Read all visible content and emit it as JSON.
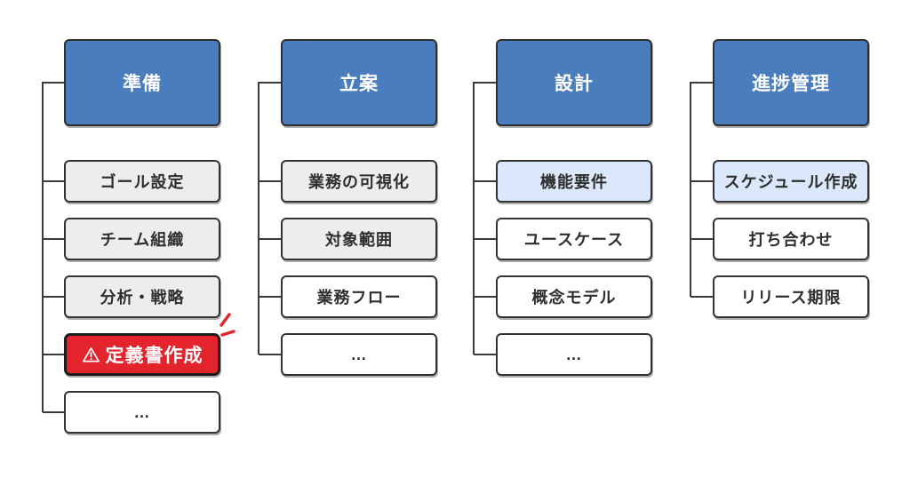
{
  "diagram": {
    "title": "project-phase-breakdown",
    "columns": [
      {
        "header": "準備",
        "items": [
          {
            "label": "ゴール設定",
            "variant": "gray"
          },
          {
            "label": "チーム組織",
            "variant": "gray"
          },
          {
            "label": "分析・戦略",
            "variant": "gray"
          },
          {
            "label": "定義書作成",
            "variant": "alert",
            "icon": "warning-icon"
          },
          {
            "label": "…",
            "variant": "white"
          }
        ]
      },
      {
        "header": "立案",
        "items": [
          {
            "label": "業務の可視化",
            "variant": "gray"
          },
          {
            "label": "対象範囲",
            "variant": "gray"
          },
          {
            "label": "業務フロー",
            "variant": "white"
          },
          {
            "label": "…",
            "variant": "white"
          }
        ]
      },
      {
        "header": "設計",
        "items": [
          {
            "label": "機能要件",
            "variant": "lightblue"
          },
          {
            "label": "ユースケース",
            "variant": "white"
          },
          {
            "label": "概念モデル",
            "variant": "white"
          },
          {
            "label": "…",
            "variant": "white"
          }
        ]
      },
      {
        "header": "進捗管理",
        "items": [
          {
            "label": "スケジュール作成",
            "variant": "lightblue"
          },
          {
            "label": "打ち合わせ",
            "variant": "white"
          },
          {
            "label": "リリース期限",
            "variant": "white"
          }
        ]
      }
    ],
    "colors": {
      "header_bg": "#4a7dbe",
      "header_text": "#ffffff",
      "gray_bg": "#ededed",
      "white_bg": "#ffffff",
      "lightblue_bg": "#dbe8fb",
      "alert_bg": "#e3242c",
      "alert_text": "#ffffff",
      "box_border": "#333333",
      "connector": "#3a3a3a",
      "emphasis": "#e3242c",
      "item_text": "#2e2e2e"
    }
  }
}
